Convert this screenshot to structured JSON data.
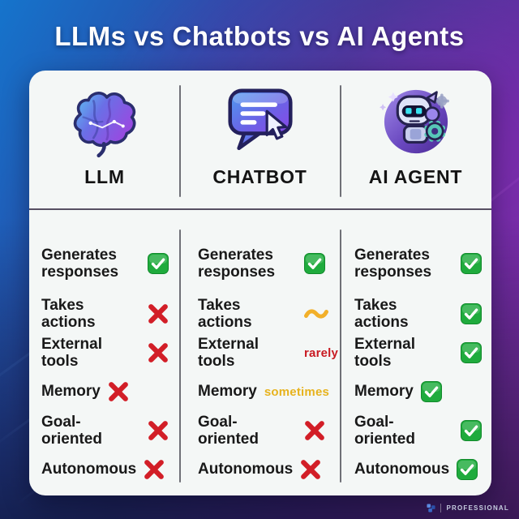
{
  "title": "LLMs vs Chatbots vs AI Agents",
  "card": {
    "columns": [
      {
        "name": "LLM",
        "icon": "brain-icon",
        "rows": [
          {
            "label": "Generates responses",
            "mark": {
              "type": "check"
            }
          },
          {
            "label": "Takes actions",
            "mark": {
              "type": "cross"
            }
          },
          {
            "label": "External tools",
            "mark": {
              "type": "cross"
            }
          },
          {
            "label": "Memory",
            "mark": {
              "type": "cross"
            }
          },
          {
            "label": "Goal-oriented",
            "mark": {
              "type": "cross"
            }
          },
          {
            "label": "Autonomous",
            "mark": {
              "type": "cross"
            }
          }
        ]
      },
      {
        "name": "CHATBOT",
        "icon": "chat-bubble-cursor-icon",
        "rows": [
          {
            "label": "Generates responses",
            "mark": {
              "type": "check"
            }
          },
          {
            "label": "Takes actions",
            "mark": {
              "type": "wave"
            }
          },
          {
            "label": "External tools",
            "mark": {
              "type": "text",
              "value": "rarely",
              "color": "#c81a22"
            }
          },
          {
            "label": "Memory",
            "mark": {
              "type": "text",
              "value": "sometimes",
              "color": "#e7b31e"
            }
          },
          {
            "label": "Goal-oriented",
            "mark": {
              "type": "cross"
            }
          },
          {
            "label": "Autonomous",
            "mark": {
              "type": "cross"
            }
          }
        ]
      },
      {
        "name": "AI AGENT",
        "icon": "robot-icon",
        "rows": [
          {
            "label": "Generates responses",
            "mark": {
              "type": "check"
            }
          },
          {
            "label": "Takes actions",
            "mark": {
              "type": "check"
            }
          },
          {
            "label": "External tools",
            "mark": {
              "type": "check"
            }
          },
          {
            "label": "Memory",
            "mark": {
              "type": "check"
            }
          },
          {
            "label": "Goal-oriented",
            "mark": {
              "type": "check"
            }
          },
          {
            "label": "Autonomous",
            "mark": {
              "type": "check"
            }
          }
        ]
      }
    ]
  },
  "footer": {
    "brand": "PROFESSIONAL"
  },
  "colors": {
    "check_green": "#1fab3d",
    "cross_red": "#d21e27",
    "wave_gold": "#f2b02a",
    "rarely_red": "#c81a22",
    "sometimes_gold": "#e7b31e",
    "bg_blue": "#1574cc",
    "bg_purple": "#8d2fa8",
    "card_bg": "#f4f7f6"
  }
}
